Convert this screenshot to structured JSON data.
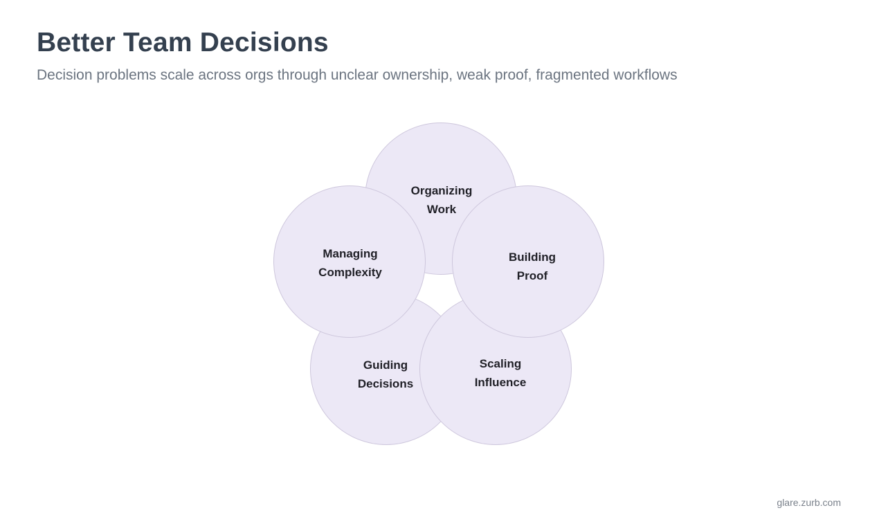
{
  "header": {
    "title": "Better Team Decisions",
    "subtitle": "Decision problems scale across orgs through unclear ownership, weak proof, fragmented workflows"
  },
  "diagram": {
    "type": "overlapping-circles",
    "circle_fill": "#ece8f6",
    "circle_border": "#cdc6dc",
    "nodes": [
      {
        "id": "organizing-work",
        "line1": "Organizing",
        "line2": "Work"
      },
      {
        "id": "scaling-influence",
        "line1": "Scaling",
        "line2": "Influence"
      },
      {
        "id": "guiding-decisions",
        "line1": "Guiding",
        "line2": "Decisions"
      },
      {
        "id": "managing-complexity",
        "line1": "Managing",
        "line2": "Complexity"
      },
      {
        "id": "building-proof",
        "line1": "Building",
        "line2": "Proof"
      }
    ]
  },
  "footer": {
    "source": "glare.zurb.com"
  }
}
